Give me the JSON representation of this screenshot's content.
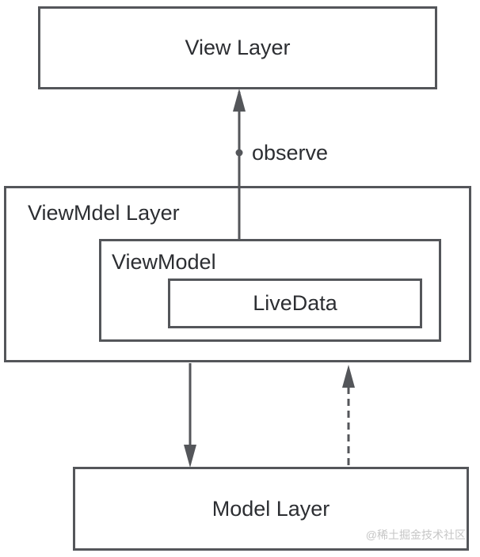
{
  "diagram": {
    "nodes": {
      "view_layer": {
        "label": "View Layer"
      },
      "viewmodel_layer": {
        "label": "ViewMdel Layer"
      },
      "viewmodel": {
        "label": "ViewModel"
      },
      "livedata": {
        "label": "LiveData"
      },
      "model_layer": {
        "label": "Model Layer"
      }
    },
    "edges": {
      "observe": {
        "label": "observe",
        "from": "LiveData",
        "to": "View Layer",
        "style": "solid, arrowheads both ends, dot marker at label"
      },
      "viewmodel_to_model": {
        "label": "",
        "style": "solid, arrow down"
      },
      "model_to_viewmodel": {
        "label": "",
        "style": "dashed, arrow up"
      }
    },
    "watermark": "@稀土掘金技术社区"
  },
  "colors": {
    "line": "#54565a",
    "text": "#2c2e32",
    "watermark": "#c6c6c6",
    "background": "#ffffff"
  }
}
